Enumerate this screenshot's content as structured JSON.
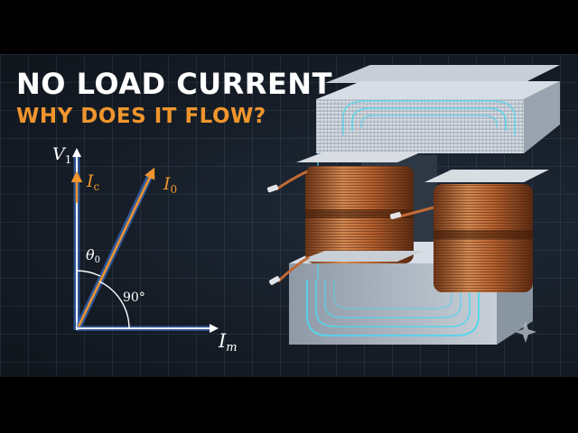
{
  "thumbnail": {
    "title": "NO LOAD CURRENT",
    "subtitle": "WHY DOES IT FLOW?"
  },
  "phasor": {
    "v_label": {
      "base": "V",
      "sub": "1"
    },
    "ic_label": {
      "base": "I",
      "sub": "c"
    },
    "i0_label": {
      "base": "I",
      "sub": "0"
    },
    "im_label": {
      "base": "I",
      "sub": "m"
    },
    "theta_label": {
      "base": "θ",
      "sub": "0"
    },
    "angle_label": "90°"
  },
  "colors": {
    "title": "#ffffff",
    "subtitle": "#f0952d",
    "voltage_axis": "#3f7ee8",
    "current_phasor": "#f0952d",
    "core_glow": "#4fd6ee",
    "copper": "#c06a36"
  },
  "illustration": {
    "subject": "transformer-core-with-two-copper-coils",
    "corner_mark": "sparkle-icon"
  }
}
